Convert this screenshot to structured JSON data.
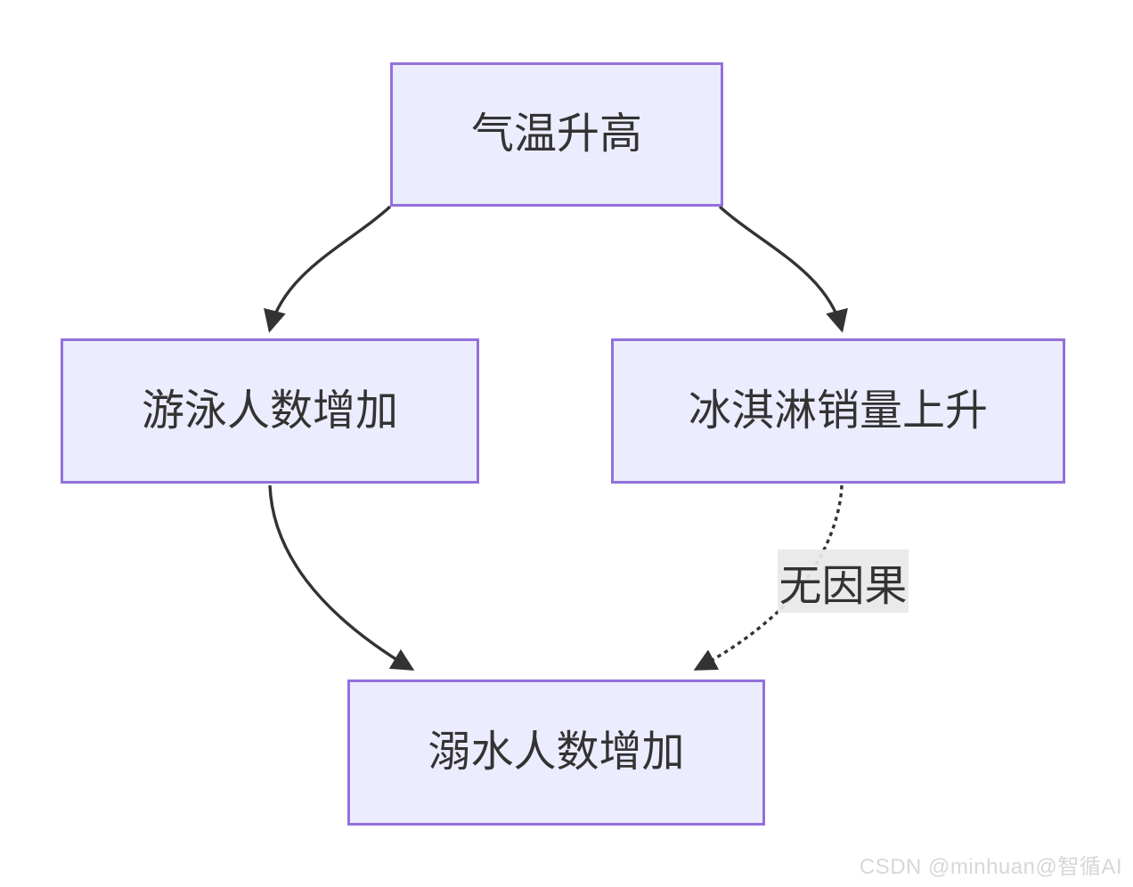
{
  "diagram": {
    "type": "flowchart",
    "nodes": {
      "temperature": {
        "label": "气温升高"
      },
      "swimming": {
        "label": "游泳人数增加"
      },
      "icecream": {
        "label": "冰淇淋销量上升"
      },
      "drowning": {
        "label": "溺水人数增加"
      }
    },
    "edges": [
      {
        "from": "temperature",
        "to": "swimming",
        "style": "solid",
        "label": ""
      },
      {
        "from": "temperature",
        "to": "icecream",
        "style": "solid",
        "label": ""
      },
      {
        "from": "swimming",
        "to": "drowning",
        "style": "solid",
        "label": ""
      },
      {
        "from": "icecream",
        "to": "drowning",
        "style": "dotted",
        "label": "无因果"
      }
    ]
  },
  "watermark": {
    "text": "CSDN @minhuan@智循AI"
  },
  "colors": {
    "background": "#FFFFFF",
    "node_fill": "#ECECFF",
    "node_border": "#9370DB",
    "node_text": "#333333",
    "edge": "#333333",
    "edge_label_bg": "#E8E8E8",
    "watermark": "#D7D7D7"
  }
}
